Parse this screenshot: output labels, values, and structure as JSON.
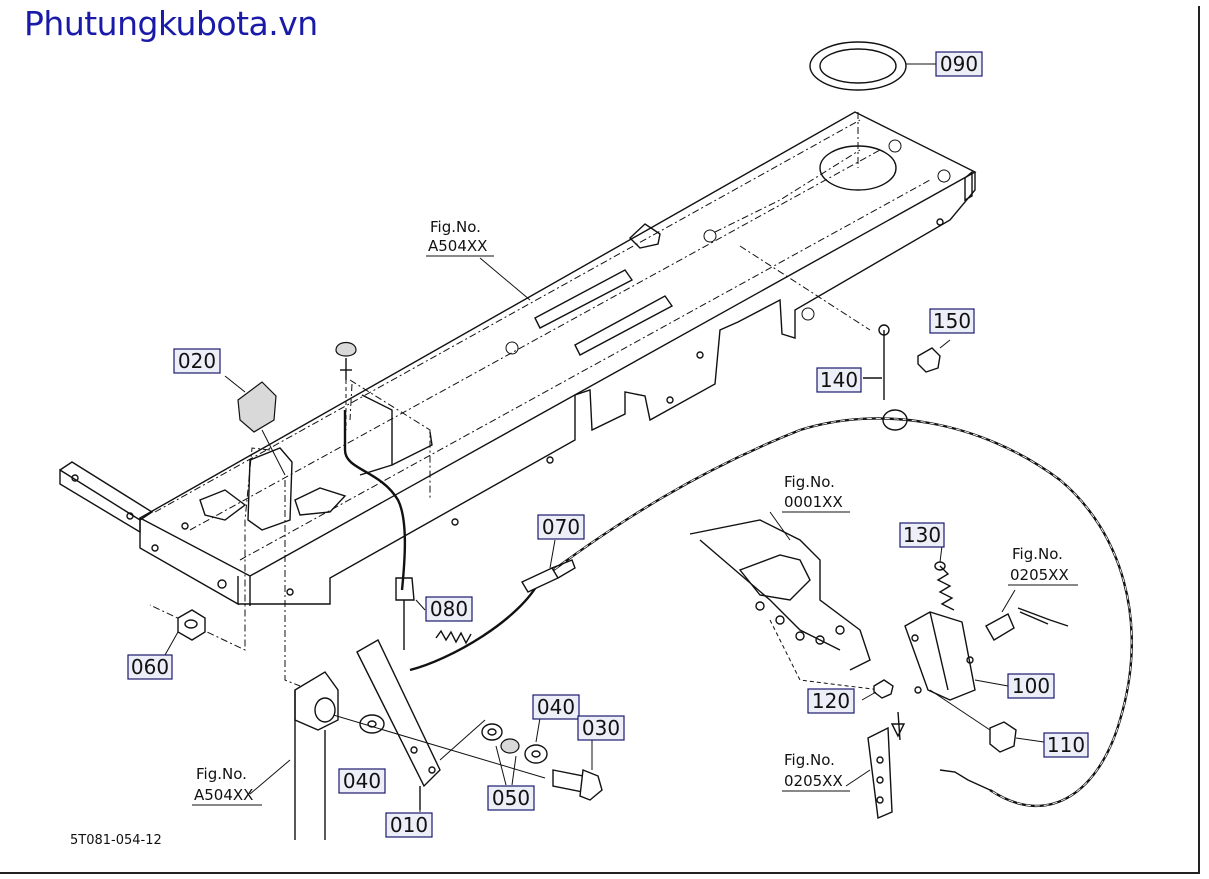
{
  "header": {
    "watermark": "Phutungkubota.vn"
  },
  "diagram_code": "5T081-054-12",
  "part_labels": [
    "010",
    "020",
    "030",
    "040",
    "040",
    "050",
    "060",
    "070",
    "080",
    "090",
    "100",
    "110",
    "120",
    "130",
    "140",
    "150"
  ],
  "figure_references": [
    {
      "caption": "Fig.No.",
      "number": "A504XX"
    },
    {
      "caption": "Fig.No.",
      "number": "A504XX"
    },
    {
      "caption": "Fig.No.",
      "number": "0001XX"
    },
    {
      "caption": "Fig.No.",
      "number": "0205XX"
    },
    {
      "caption": "Fig.No.",
      "number": "0205XX"
    }
  ]
}
